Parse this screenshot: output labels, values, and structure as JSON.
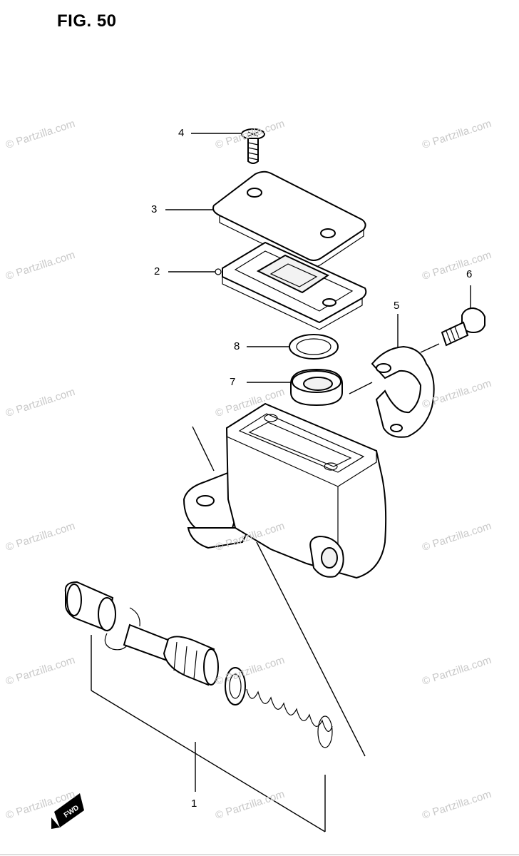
{
  "figure": {
    "title": "FIG. 50"
  },
  "callouts": [
    {
      "id": "1",
      "label": "1"
    },
    {
      "id": "2",
      "label": "2"
    },
    {
      "id": "3",
      "label": "3"
    },
    {
      "id": "4",
      "label": "4"
    },
    {
      "id": "5",
      "label": "5"
    },
    {
      "id": "6",
      "label": "6"
    },
    {
      "id": "7",
      "label": "7"
    },
    {
      "id": "8",
      "label": "8"
    }
  ],
  "watermark": {
    "text": "© Partzilla.com"
  },
  "fwd_badge": {
    "text": "FWD"
  }
}
